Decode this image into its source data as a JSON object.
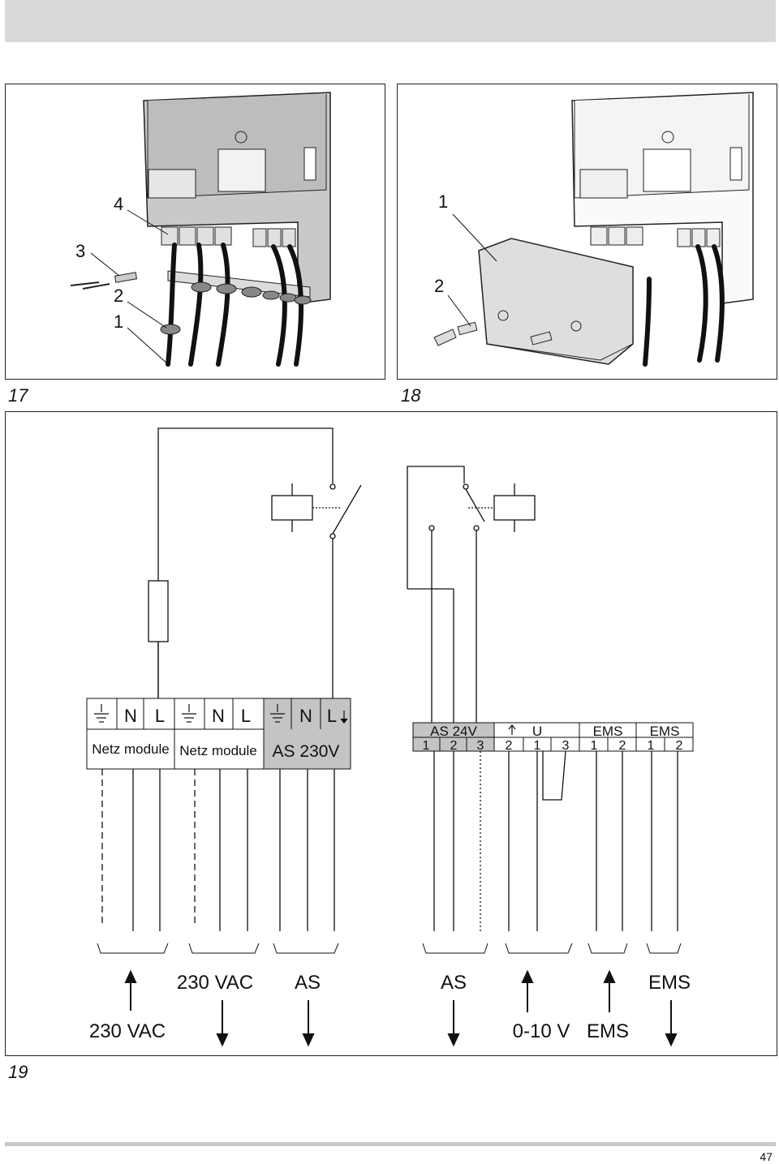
{
  "page": {
    "number": "47"
  },
  "figures": {
    "fig17": {
      "label": "17",
      "callouts": [
        "4",
        "3",
        "2",
        "1"
      ]
    },
    "fig18": {
      "label": "18",
      "callouts": [
        "1",
        "2"
      ]
    },
    "fig19": {
      "label": "19",
      "left_block": {
        "terminals": [
          "N",
          "L",
          "N",
          "L",
          "N",
          "L"
        ],
        "groups": [
          "Netz module",
          "Netz module",
          "AS 230V"
        ]
      },
      "right_block": {
        "groups": [
          "AS 24V",
          "U",
          "EMS",
          "EMS"
        ],
        "pins": [
          "1",
          "2",
          "3",
          "2",
          "1",
          "3",
          "1",
          "2",
          "1",
          "2"
        ]
      },
      "bottom_labels": {
        "vac_top": "230 VAC",
        "vac_bottom": "230 VAC",
        "as_left": "AS",
        "as_right": "AS",
        "volt": "0-10 V",
        "ems_top": "EMS",
        "ems_bottom": "EMS"
      }
    }
  }
}
